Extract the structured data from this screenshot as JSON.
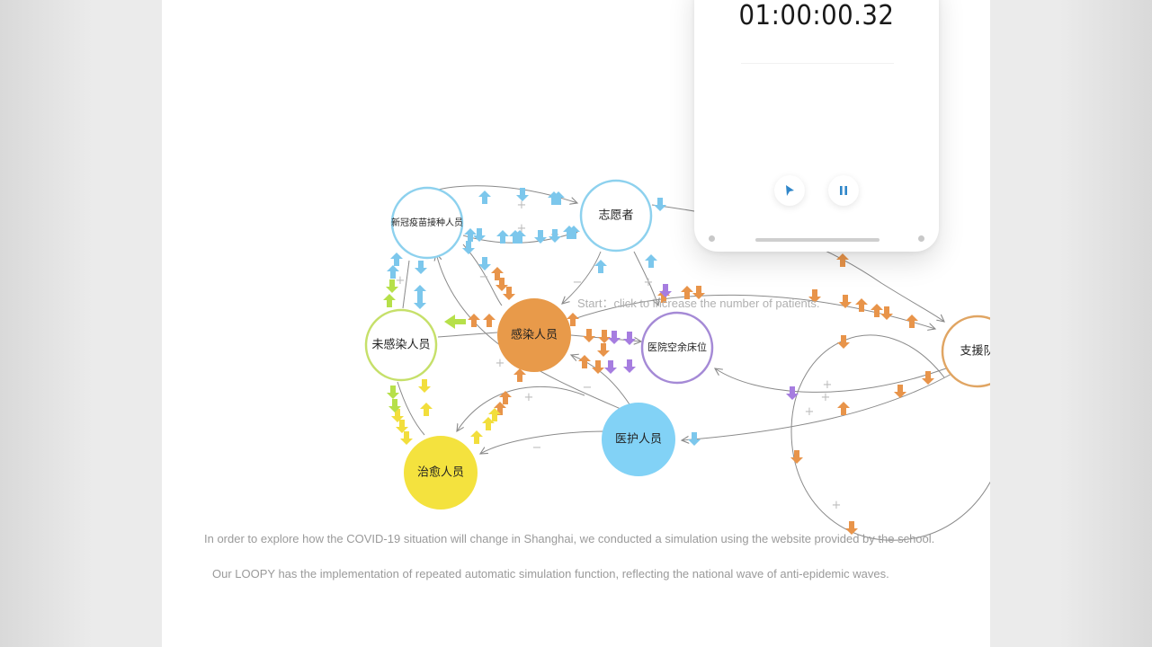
{
  "timer": {
    "display": "01:00:00.32"
  },
  "controls": {
    "play_icon": "play-icon",
    "pause_icon": "pause-icon"
  },
  "hint": "Start：click to increase the number of patients.",
  "captions": [
    "In order to explore how the COVID-19 situation will change in Shanghai, we conducted a simulation using the website provided by the school.",
    "Our LOOPY has the implementation of repeated automatic simulation function, reflecting the national wave of anti-epidemic waves."
  ],
  "nodes": [
    {
      "id": "vaccinated",
      "label": "新冠疫苗接种人员",
      "color": "#8dd1ee",
      "fill": "#ffffff"
    },
    {
      "id": "volunteers",
      "label": "志愿者",
      "color": "#8dd1ee",
      "fill": "#ffffff"
    },
    {
      "id": "uninfected",
      "label": "未感染人员",
      "color": "#c6e06a",
      "fill": "#ffffff"
    },
    {
      "id": "infected",
      "label": "感染人员",
      "color": "#e89a4a",
      "fill": "#e89a4a"
    },
    {
      "id": "hospital_beds",
      "label": "医院空余床位",
      "color": "#a58ad6",
      "fill": "#ffffff"
    },
    {
      "id": "support_team",
      "label": "支援队",
      "color": "#e0a563",
      "fill": "#ffffff"
    },
    {
      "id": "medical_staff",
      "label": "医护人员",
      "color": "#82d2f6",
      "fill": "#82d2f6"
    },
    {
      "id": "recovered",
      "label": "治愈人员",
      "color": "#f4e23e",
      "fill": "#f4e23e"
    }
  ],
  "signal_colors": {
    "blue": "#7cc7ec",
    "orange": "#e8944a",
    "purple": "#a67de0",
    "yellow": "#f2de3c",
    "green": "#b6e04a"
  },
  "link_signs": [
    "+",
    "−"
  ]
}
